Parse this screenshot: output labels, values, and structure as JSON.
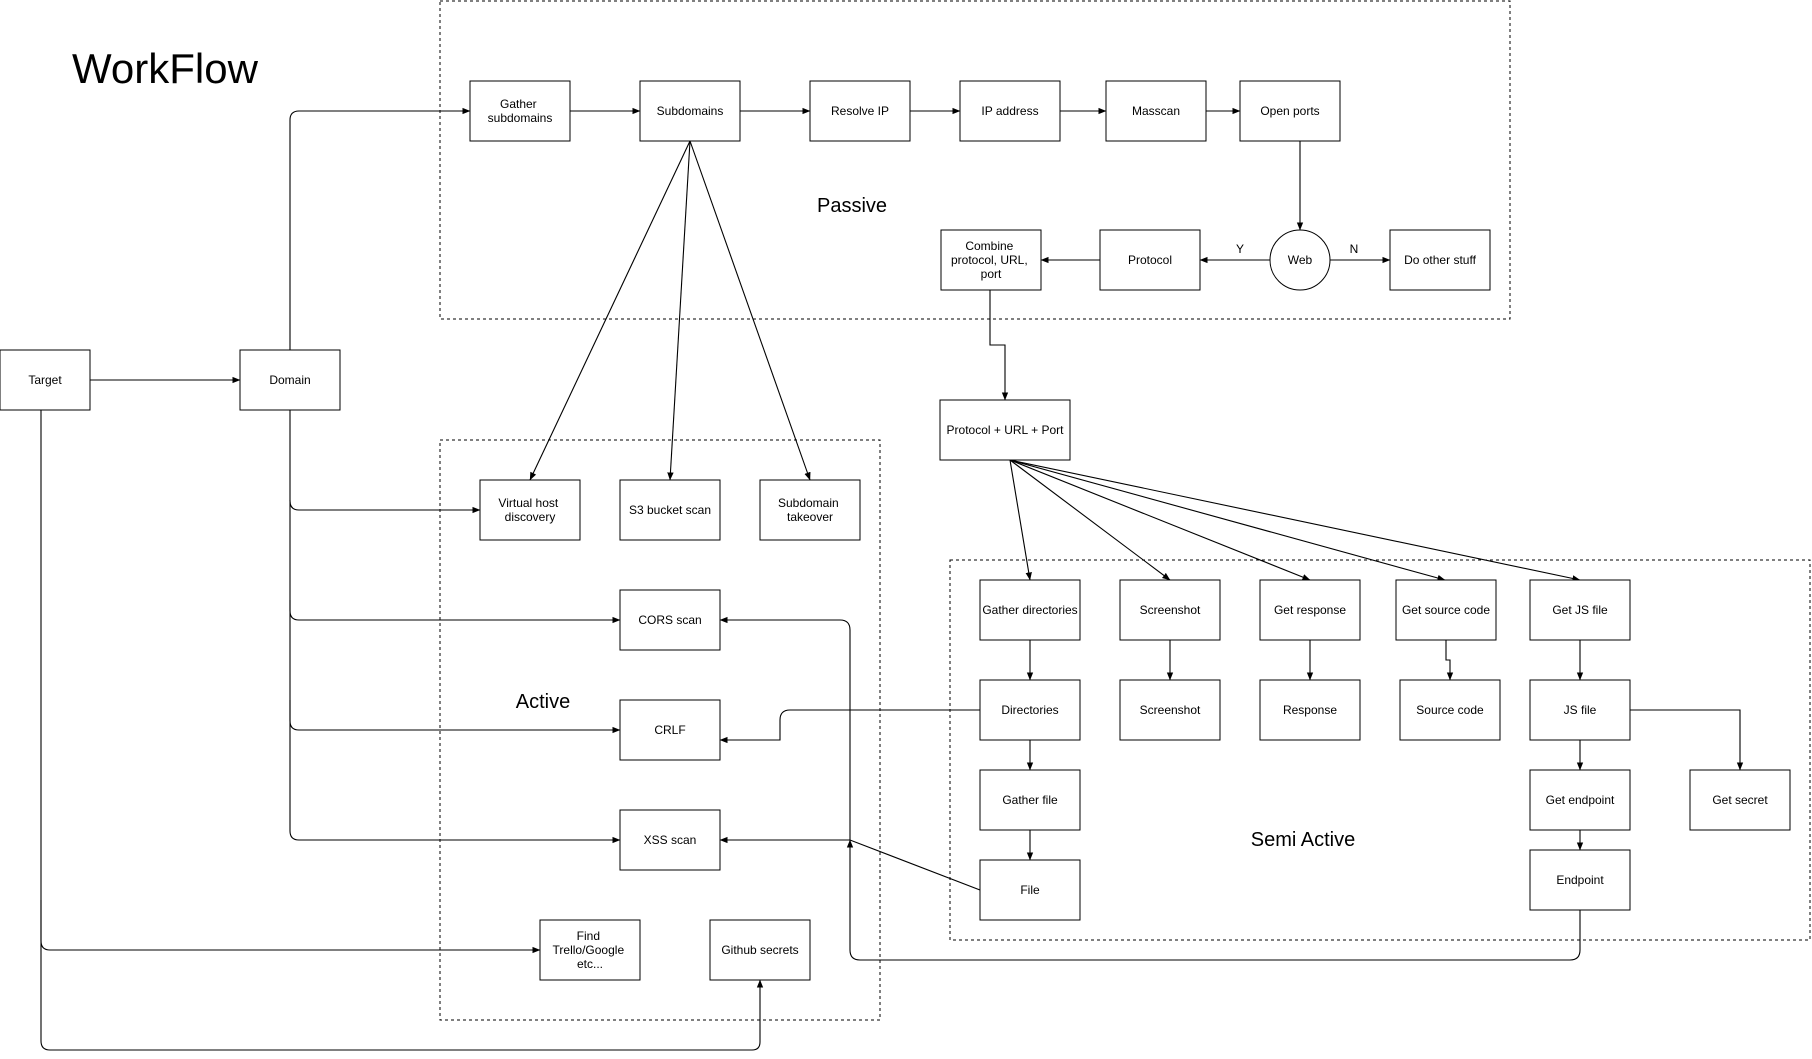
{
  "title": "WorkFlow",
  "regions": {
    "passive": "Passive",
    "active": "Active",
    "semi_active": "Semi Active"
  },
  "nodes": {
    "target": "Target",
    "domain": "Domain",
    "gather_subdomains": [
      "Gather",
      "subdomains"
    ],
    "subdomains": "Subdomains",
    "resolve_ip": "Resolve IP",
    "ip_address": "IP address",
    "masscan": "Masscan",
    "open_ports": "Open ports",
    "web": "Web",
    "do_other_stuff": "Do other stuff",
    "protocol": "Protocol",
    "combine": [
      "Combine",
      "protocol, URL,",
      "port"
    ],
    "protocol_url_port": "Protocol + URL + Port",
    "vhost": [
      "Virtual host",
      "discovery"
    ],
    "s3": "S3 bucket scan",
    "takeover": [
      "Subdomain",
      "takeover"
    ],
    "cors": "CORS scan",
    "crlf": "CRLF",
    "xss": "XSS scan",
    "find_trello": [
      "Find",
      "Trello/Google",
      "etc..."
    ],
    "github": "Github secrets",
    "gather_directories": "Gather directories",
    "screenshot_step": "Screenshot",
    "get_response": "Get response",
    "get_source_code": "Get source code",
    "get_js_file": "Get JS file",
    "directories": "Directories",
    "screenshot": "Screenshot",
    "response": "Response",
    "source_code": "Source code",
    "js_file": "JS file",
    "gather_file": "Gather file",
    "file": "File",
    "get_endpoint": "Get endpoint",
    "endpoint": "Endpoint",
    "get_secret": "Get secret"
  },
  "edge_labels": {
    "yes": "Y",
    "no": "N"
  }
}
